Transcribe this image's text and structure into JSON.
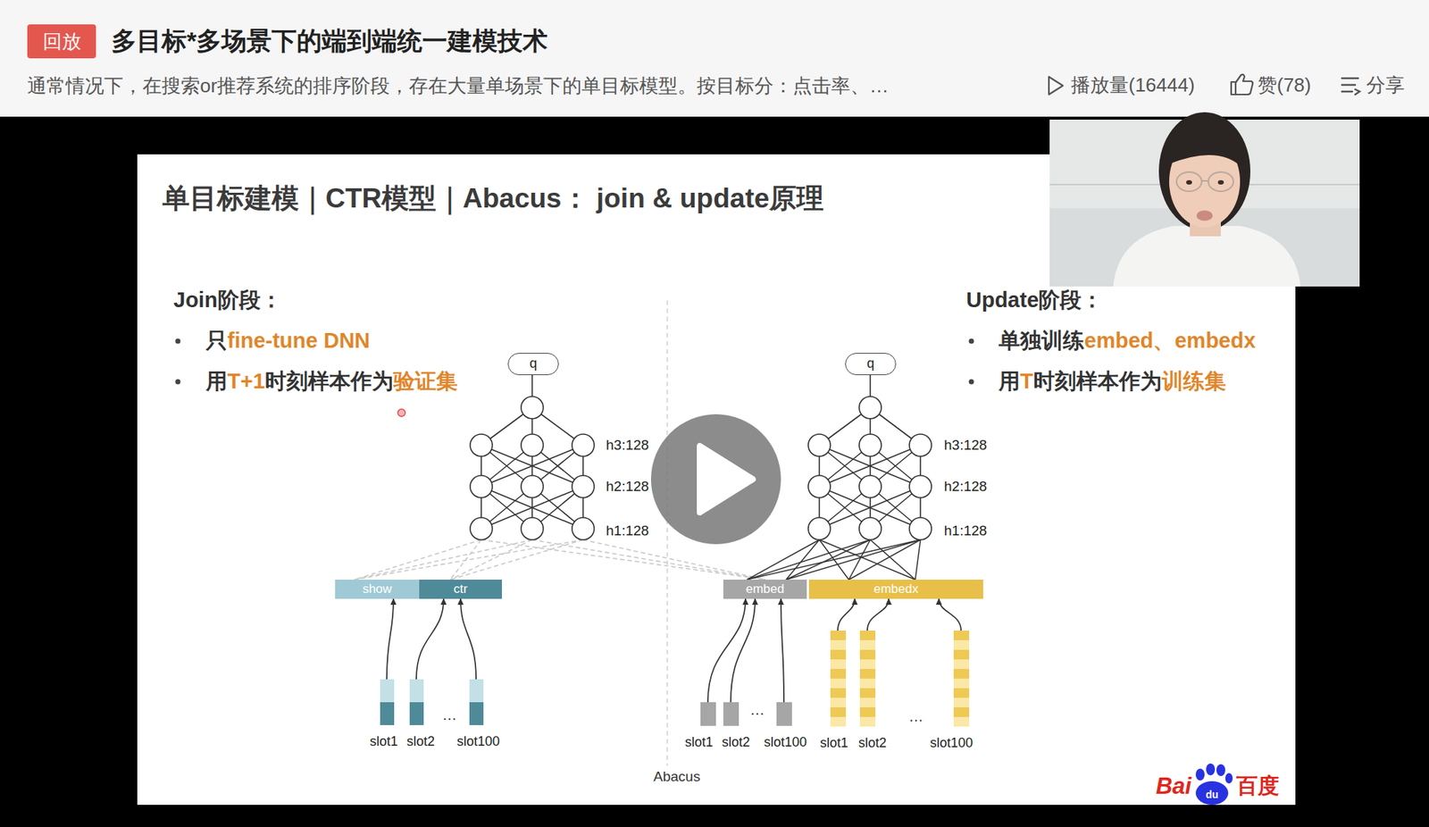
{
  "diagram": {
    "title": "单目标建模｜CTR模型｜Abacus： join & update原理",
    "caption": "Abacus",
    "nodes": [
      {
        "text": [
          "回放"
        ]
      },
      {
        "text": [
          "q"
        ]
      },
      {
        "text": [
          "q"
        ]
      },
      {
        "text": [
          "show"
        ]
      },
      {
        "text": [
          "ctr"
        ]
      },
      {
        "text": [
          "embed"
        ]
      },
      {
        "text": [
          "embedx"
        ]
      },
      {
        "text": [
          "slot1"
        ]
      },
      {
        "text": [
          "slot2"
        ]
      },
      {
        "text": [
          "slot100"
        ]
      },
      {
        "text": [
          "slot1"
        ]
      },
      {
        "text": [
          "slot2"
        ]
      },
      {
        "text": [
          "slot100"
        ]
      },
      {
        "text": [
          "slot1"
        ]
      },
      {
        "text": [
          "slot2"
        ]
      },
      {
        "text": [
          "slot100"
        ]
      }
    ],
    "edges": [
      {
        "from": 7,
        "to": 3,
        "arrow": "to"
      },
      {
        "from": 8,
        "to": 4,
        "arrow": "to"
      },
      {
        "from": 9,
        "to": 4,
        "arrow": "to"
      },
      {
        "from": 10,
        "to": 5,
        "arrow": "to"
      },
      {
        "from": 11,
        "to": 5,
        "arrow": "to"
      },
      {
        "from": 12,
        "to": 5,
        "arrow": "to"
      },
      {
        "from": 13,
        "to": 6,
        "arrow": "to"
      },
      {
        "from": 14,
        "to": 6,
        "arrow": "to"
      },
      {
        "from": 15,
        "to": 6,
        "arrow": "to"
      }
    ],
    "labels": [
      "多目标*多场景下的端到端统一建模技术",
      "通常情况下，在搜索or推荐系统的排序阶段，存在大量单场景下的单目标模型。按目标分：点击率、…",
      "播放量(16444)",
      "赞(78)",
      "分享",
      "Join阶段：",
      "只fine-tune DNN",
      "用T+1时刻样本作为验证集",
      "Update阶段：",
      "单独训练embed、embedx",
      "用T时刻样本作为训练集",
      "h3:128",
      "h2:128",
      "h1:128",
      "h3:128",
      "h2:128",
      "h1:128",
      "…",
      "…",
      "…",
      "Bai",
      "du",
      "百度"
    ]
  }
}
